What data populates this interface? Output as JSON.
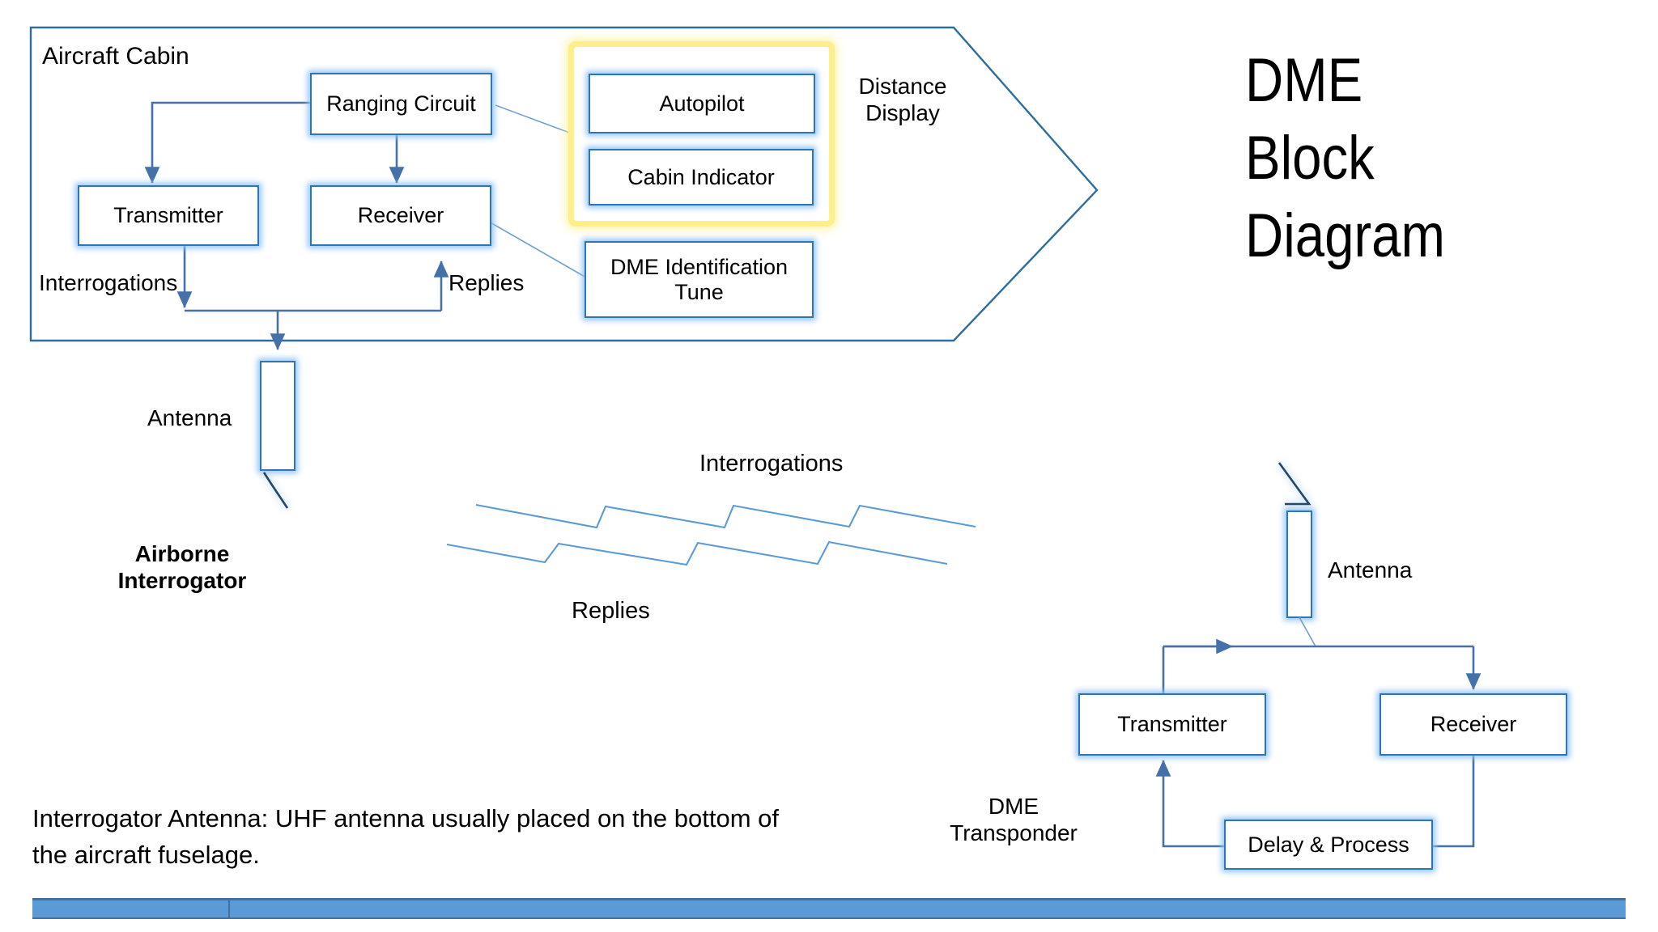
{
  "title": {
    "line1": "DME",
    "line2": "Block",
    "line3": "Diagram"
  },
  "cabin": {
    "label": "Aircraft Cabin",
    "boxes": {
      "ranging_circuit": "Ranging Circuit",
      "transmitter": "Transmitter",
      "receiver": "Receiver",
      "autopilot": "Autopilot",
      "cabin_indicator": "Cabin Indicator",
      "dme_identification_tune": "DME Identification Tune"
    },
    "labels": {
      "distance_display": "Distance\nDisplay",
      "interrogations": "Interrogations",
      "replies": "Replies"
    }
  },
  "airborne": {
    "antenna_label": "Antenna",
    "unit_label": "Airborne\nInterrogator"
  },
  "signals": {
    "interrogations": "Interrogations",
    "replies": "Replies"
  },
  "transponder": {
    "antenna_label": "Antenna",
    "unit_label": "DME\nTransponder",
    "boxes": {
      "transmitter": "Transmitter",
      "receiver": "Receiver",
      "delay_process": "Delay & Process"
    }
  },
  "caption": {
    "text": "Interrogator Antenna: UHF antenna usually placed on the bottom of the aircraft fuselage."
  },
  "colors": {
    "box_border": "#2E75B6",
    "box_glow": "#8DC3F5",
    "highlight": "#FDF08A",
    "connector": "#4472A8",
    "wave": "#5B9BD5",
    "bar_fill": "#5B9BD5",
    "bar_edge": "#41719C",
    "cabin_outline": "#2E6E9E"
  }
}
